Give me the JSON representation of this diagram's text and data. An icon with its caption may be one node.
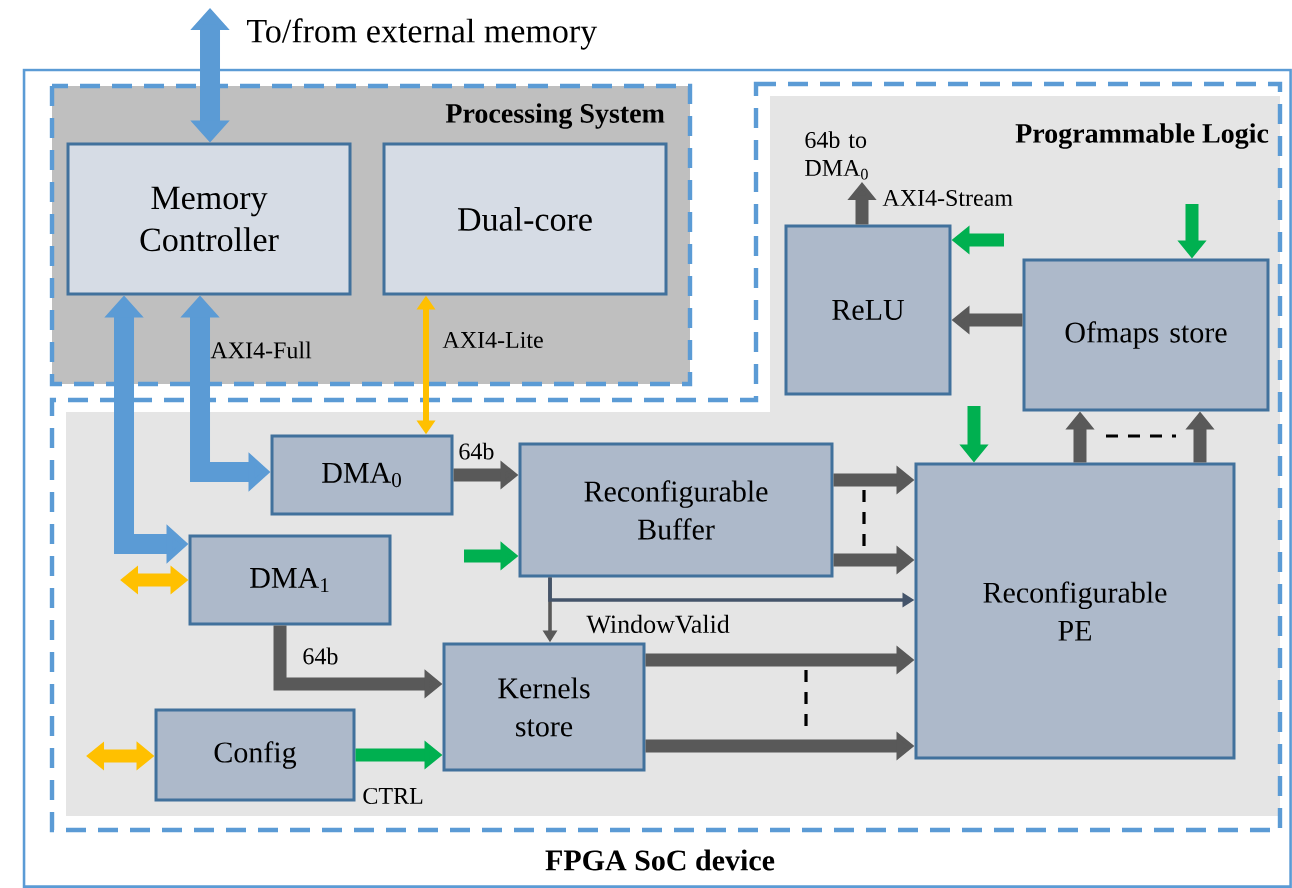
{
  "diagram": {
    "nodes": [
      {
        "text": [
          "FPGA SoC device"
        ]
      },
      {
        "text": [
          "Processing System"
        ],
        "in": 0
      },
      {
        "text": [
          "Memory Controller"
        ],
        "in": 1
      },
      {
        "text": [
          "Dual-core"
        ],
        "in": 1
      },
      {
        "text": [
          "Programmable Logic"
        ],
        "in": 0
      },
      {
        "text": [
          "64b to DMA$_{0}$"
        ],
        "in": 4
      },
      {
        "text": [
          "ReLU"
        ],
        "in": 4
      },
      {
        "text": [
          "Ofmaps store"
        ],
        "in": 4
      },
      {
        "text": [
          "DMA$_{0}$"
        ],
        "in": 4
      },
      {
        "text": [
          "Reconfigurable Buffer"
        ],
        "in": 4
      },
      {
        "text": [
          "DMA$_{1}$"
        ],
        "in": 4
      },
      {
        "text": [
          "Reconfigurable PE"
        ],
        "in": 4
      },
      {
        "text": [
          "Kernels store"
        ],
        "in": 4
      },
      {
        "text": [
          "Config"
        ],
        "in": 4
      }
    ],
    "edges": [
      {
        "from": null,
        "to": 2,
        "arrow": "both",
        "color": "#5b9bd5",
        "label": "To/from external memory"
      },
      {
        "from": 2,
        "to": 10,
        "arrow": "both",
        "color": "#5b9bd5"
      },
      {
        "from": 2,
        "to": 8,
        "arrow": "both",
        "color": "#5b9bd5",
        "label": "AXI4-Full"
      },
      {
        "from": 3,
        "to": 8,
        "arrow": "both",
        "color": "#ffc000",
        "label": "AXI4-Lite"
      },
      {
        "from": 8,
        "to": 9,
        "arrow": "to",
        "label": "64b"
      },
      {
        "from": 10,
        "to": 12,
        "arrow": "to",
        "label": "64b"
      },
      {
        "from": 13,
        "to": 12,
        "arrow": "to",
        "color": "#00b050",
        "label": "CTRL"
      },
      {
        "from": 9,
        "to": 11,
        "arrow": "to"
      },
      {
        "from": 9,
        "to": 11,
        "arrow": "to"
      },
      {
        "from": 9,
        "to": 12,
        "arrow": "to"
      },
      {
        "from": 9,
        "to": 11,
        "arrow": "to",
        "color": "#44546a",
        "label": "WindowValid"
      },
      {
        "from": 12,
        "to": 11,
        "arrow": "to"
      },
      {
        "from": 12,
        "to": 11,
        "arrow": "to"
      },
      {
        "from": 11,
        "to": 7,
        "arrow": "to"
      },
      {
        "from": 11,
        "to": 7,
        "arrow": "to"
      },
      {
        "from": 7,
        "to": 6,
        "arrow": "to"
      },
      {
        "from": 6,
        "to": 5,
        "arrow": "to",
        "label": "AXI4-Stream"
      },
      {
        "from": null,
        "to": 6,
        "arrow": "to",
        "color": "#00b050"
      },
      {
        "from": null,
        "to": 7,
        "arrow": "to",
        "color": "#00b050"
      },
      {
        "from": null,
        "to": 11,
        "arrow": "to",
        "color": "#00b050"
      },
      {
        "from": null,
        "to": 9,
        "arrow": "to",
        "color": "#00b050"
      },
      {
        "from": null,
        "to": 10,
        "arrow": "both",
        "color": "#ffc000"
      },
      {
        "from": null,
        "to": 13,
        "arrow": "both",
        "color": "#ffc000"
      }
    ]
  }
}
